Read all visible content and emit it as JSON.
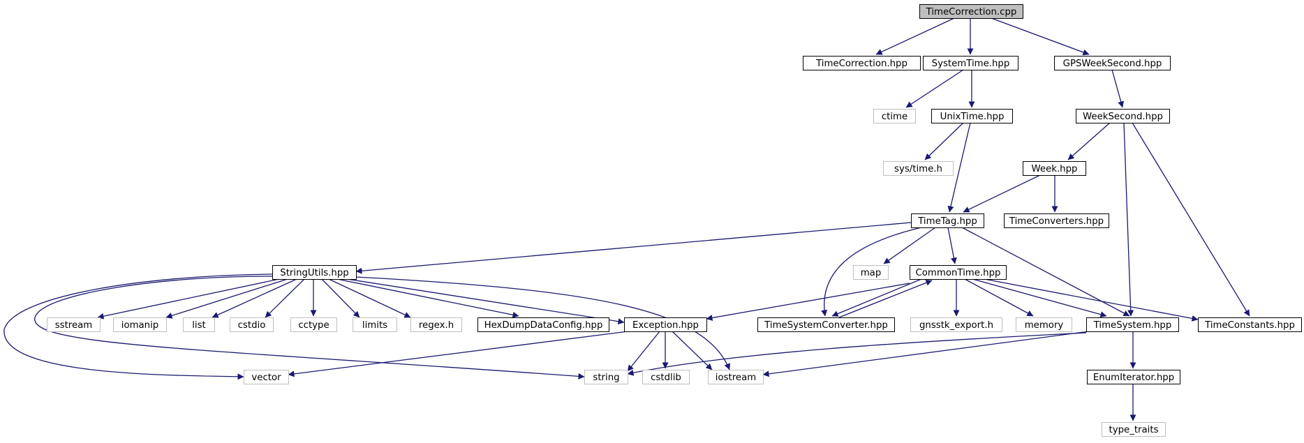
{
  "colors": {
    "edge": "#191970",
    "node_border": "#000000",
    "external_border": "#bfbfbf",
    "root_fill": "#bfbfbf",
    "text": "#000000",
    "background": "#ffffff"
  },
  "nodes": [
    {
      "id": "timecorrection_cpp",
      "label": "TimeCorrection.cpp",
      "kind": "root"
    },
    {
      "id": "timecorrection_hpp",
      "label": "TimeCorrection.hpp",
      "kind": "file"
    },
    {
      "id": "systemtime_hpp",
      "label": "SystemTime.hpp",
      "kind": "file"
    },
    {
      "id": "gpsweeksecond_hpp",
      "label": "GPSWeekSecond.hpp",
      "kind": "file"
    },
    {
      "id": "ctime",
      "label": "ctime",
      "kind": "external"
    },
    {
      "id": "unixtime_hpp",
      "label": "UnixTime.hpp",
      "kind": "file"
    },
    {
      "id": "weeksecond_hpp",
      "label": "WeekSecond.hpp",
      "kind": "file"
    },
    {
      "id": "sys_time_h",
      "label": "sys/time.h",
      "kind": "external"
    },
    {
      "id": "week_hpp",
      "label": "Week.hpp",
      "kind": "file"
    },
    {
      "id": "timetag_hpp",
      "label": "TimeTag.hpp",
      "kind": "file"
    },
    {
      "id": "timeconverters_hpp",
      "label": "TimeConverters.hpp",
      "kind": "file"
    },
    {
      "id": "stringutils_hpp",
      "label": "StringUtils.hpp",
      "kind": "file"
    },
    {
      "id": "map",
      "label": "map",
      "kind": "external"
    },
    {
      "id": "commontime_hpp",
      "label": "CommonTime.hpp",
      "kind": "file"
    },
    {
      "id": "sstream",
      "label": "sstream",
      "kind": "external"
    },
    {
      "id": "iomanip",
      "label": "iomanip",
      "kind": "external"
    },
    {
      "id": "list",
      "label": "list",
      "kind": "external"
    },
    {
      "id": "cstdio",
      "label": "cstdio",
      "kind": "external"
    },
    {
      "id": "cctype",
      "label": "cctype",
      "kind": "external"
    },
    {
      "id": "limits",
      "label": "limits",
      "kind": "external"
    },
    {
      "id": "regex_h",
      "label": "regex.h",
      "kind": "external"
    },
    {
      "id": "hexdumpdataconfig_hpp",
      "label": "HexDumpDataConfig.hpp",
      "kind": "file"
    },
    {
      "id": "exception_hpp",
      "label": "Exception.hpp",
      "kind": "file"
    },
    {
      "id": "timesystemconverter_hpp",
      "label": "TimeSystemConverter.hpp",
      "kind": "file"
    },
    {
      "id": "gnsstk_export_h",
      "label": "gnsstk_export.h",
      "kind": "external"
    },
    {
      "id": "memory",
      "label": "memory",
      "kind": "external"
    },
    {
      "id": "timesystem_hpp",
      "label": "TimeSystem.hpp",
      "kind": "file"
    },
    {
      "id": "timeconstants_hpp",
      "label": "TimeConstants.hpp",
      "kind": "file"
    },
    {
      "id": "vector",
      "label": "vector",
      "kind": "external"
    },
    {
      "id": "string",
      "label": "string",
      "kind": "external"
    },
    {
      "id": "cstdlib",
      "label": "cstdlib",
      "kind": "external"
    },
    {
      "id": "iostream",
      "label": "iostream",
      "kind": "external"
    },
    {
      "id": "enumiterator_hpp",
      "label": "EnumIterator.hpp",
      "kind": "file"
    },
    {
      "id": "type_traits",
      "label": "type_traits",
      "kind": "external"
    }
  ],
  "edges": [
    [
      "timecorrection_cpp",
      "timecorrection_hpp"
    ],
    [
      "timecorrection_cpp",
      "systemtime_hpp"
    ],
    [
      "timecorrection_cpp",
      "gpsweeksecond_hpp"
    ],
    [
      "systemtime_hpp",
      "ctime"
    ],
    [
      "systemtime_hpp",
      "unixtime_hpp"
    ],
    [
      "gpsweeksecond_hpp",
      "weeksecond_hpp"
    ],
    [
      "unixtime_hpp",
      "sys_time_h"
    ],
    [
      "unixtime_hpp",
      "timetag_hpp"
    ],
    [
      "weeksecond_hpp",
      "week_hpp"
    ],
    [
      "weeksecond_hpp",
      "timesystem_hpp"
    ],
    [
      "weeksecond_hpp",
      "timeconstants_hpp"
    ],
    [
      "week_hpp",
      "timetag_hpp"
    ],
    [
      "week_hpp",
      "timeconverters_hpp"
    ],
    [
      "timetag_hpp",
      "stringutils_hpp"
    ],
    [
      "timetag_hpp",
      "map"
    ],
    [
      "timetag_hpp",
      "commontime_hpp"
    ],
    [
      "timetag_hpp",
      "timesystemconverter_hpp"
    ],
    [
      "timetag_hpp",
      "timesystem_hpp"
    ],
    [
      "stringutils_hpp",
      "sstream"
    ],
    [
      "stringutils_hpp",
      "iomanip"
    ],
    [
      "stringutils_hpp",
      "list"
    ],
    [
      "stringutils_hpp",
      "cstdio"
    ],
    [
      "stringutils_hpp",
      "cctype"
    ],
    [
      "stringutils_hpp",
      "limits"
    ],
    [
      "stringutils_hpp",
      "regex_h"
    ],
    [
      "stringutils_hpp",
      "hexdumpdataconfig_hpp"
    ],
    [
      "stringutils_hpp",
      "exception_hpp"
    ],
    [
      "stringutils_hpp",
      "iostream"
    ],
    [
      "stringutils_hpp",
      "vector"
    ],
    [
      "stringutils_hpp",
      "string"
    ],
    [
      "commontime_hpp",
      "exception_hpp"
    ],
    [
      "commontime_hpp",
      "timesystemconverter_hpp"
    ],
    [
      "timesystemconverter_hpp",
      "commontime_hpp"
    ],
    [
      "commontime_hpp",
      "gnsstk_export_h"
    ],
    [
      "commontime_hpp",
      "memory"
    ],
    [
      "commontime_hpp",
      "timesystem_hpp"
    ],
    [
      "commontime_hpp",
      "timeconstants_hpp"
    ],
    [
      "exception_hpp",
      "vector"
    ],
    [
      "exception_hpp",
      "string"
    ],
    [
      "exception_hpp",
      "cstdlib"
    ],
    [
      "exception_hpp",
      "iostream"
    ],
    [
      "timesystem_hpp",
      "string"
    ],
    [
      "timesystem_hpp",
      "iostream"
    ],
    [
      "timesystem_hpp",
      "enumiterator_hpp"
    ],
    [
      "enumiterator_hpp",
      "type_traits"
    ]
  ]
}
